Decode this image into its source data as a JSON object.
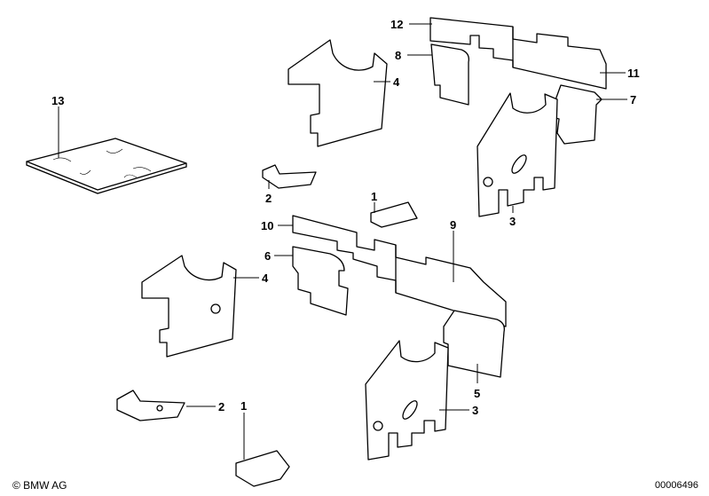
{
  "callouts": {
    "c12": "12",
    "c8": "8",
    "c11": "11",
    "c4a": "4",
    "c7": "7",
    "c13": "13",
    "c2a": "2",
    "c3a": "3",
    "c1a": "1",
    "c10": "10",
    "c9": "9",
    "c6": "6",
    "c4b": "4",
    "c5": "5",
    "c3b": "3",
    "c2b": "2",
    "c1b": "1"
  },
  "footer": {
    "copyright": "© BMW AG",
    "image_number": "00006496"
  }
}
